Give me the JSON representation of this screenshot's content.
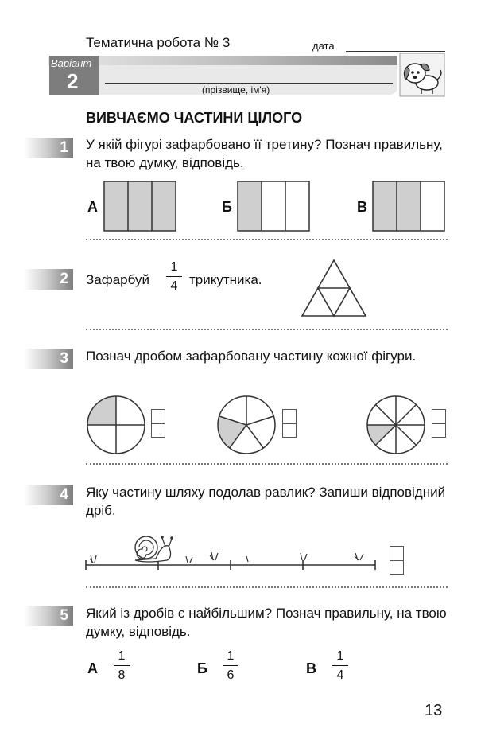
{
  "header": {
    "title": "Тематична робота № 3",
    "date_label": "дата",
    "variant_label": "Варіант",
    "variant_number": "2",
    "name_caption": "(прізвище, ім'я)"
  },
  "section_title": "ВИВЧАЄМО ЧАСТИНИ ЦІЛОГО",
  "tasks": [
    {
      "number": "1",
      "text": "У якій фігурі зафарбовано її третину? Познач правильну, на твою думку, відповідь.",
      "options": [
        {
          "letter": "А",
          "shaded_of_three": 3
        },
        {
          "letter": "Б",
          "shaded_of_three": 1
        },
        {
          "letter": "В",
          "shaded_of_three": 2
        }
      ]
    },
    {
      "number": "2",
      "text_before": "Зафарбуй",
      "fraction": {
        "numerator": "1",
        "denominator": "4"
      },
      "text_after": "трикутника."
    },
    {
      "number": "3",
      "text": "Познач дробом зафарбовану частину кожної фігури.",
      "circles": [
        {
          "parts": 4,
          "shaded": 1
        },
        {
          "parts": 5,
          "shaded": 1
        },
        {
          "parts": 8,
          "shaded": 1
        }
      ]
    },
    {
      "number": "4",
      "text": "Яку частину шляху подолав равлик? Запиши відповідний дріб.",
      "path_segments": 4,
      "snail_segments_passed": 1
    },
    {
      "number": "5",
      "text": "Який із дробів є найбільшим? Познач правильну, на твою думку, відповідь.",
      "options": [
        {
          "letter": "А",
          "numerator": "1",
          "denominator": "8"
        },
        {
          "letter": "Б",
          "numerator": "1",
          "denominator": "6"
        },
        {
          "letter": "В",
          "numerator": "1",
          "denominator": "4"
        }
      ]
    }
  ],
  "page_number": "13",
  "colors": {
    "shade": "#cfcfcf",
    "dark_gray": "#7d7d7d",
    "stroke": "#333333"
  }
}
